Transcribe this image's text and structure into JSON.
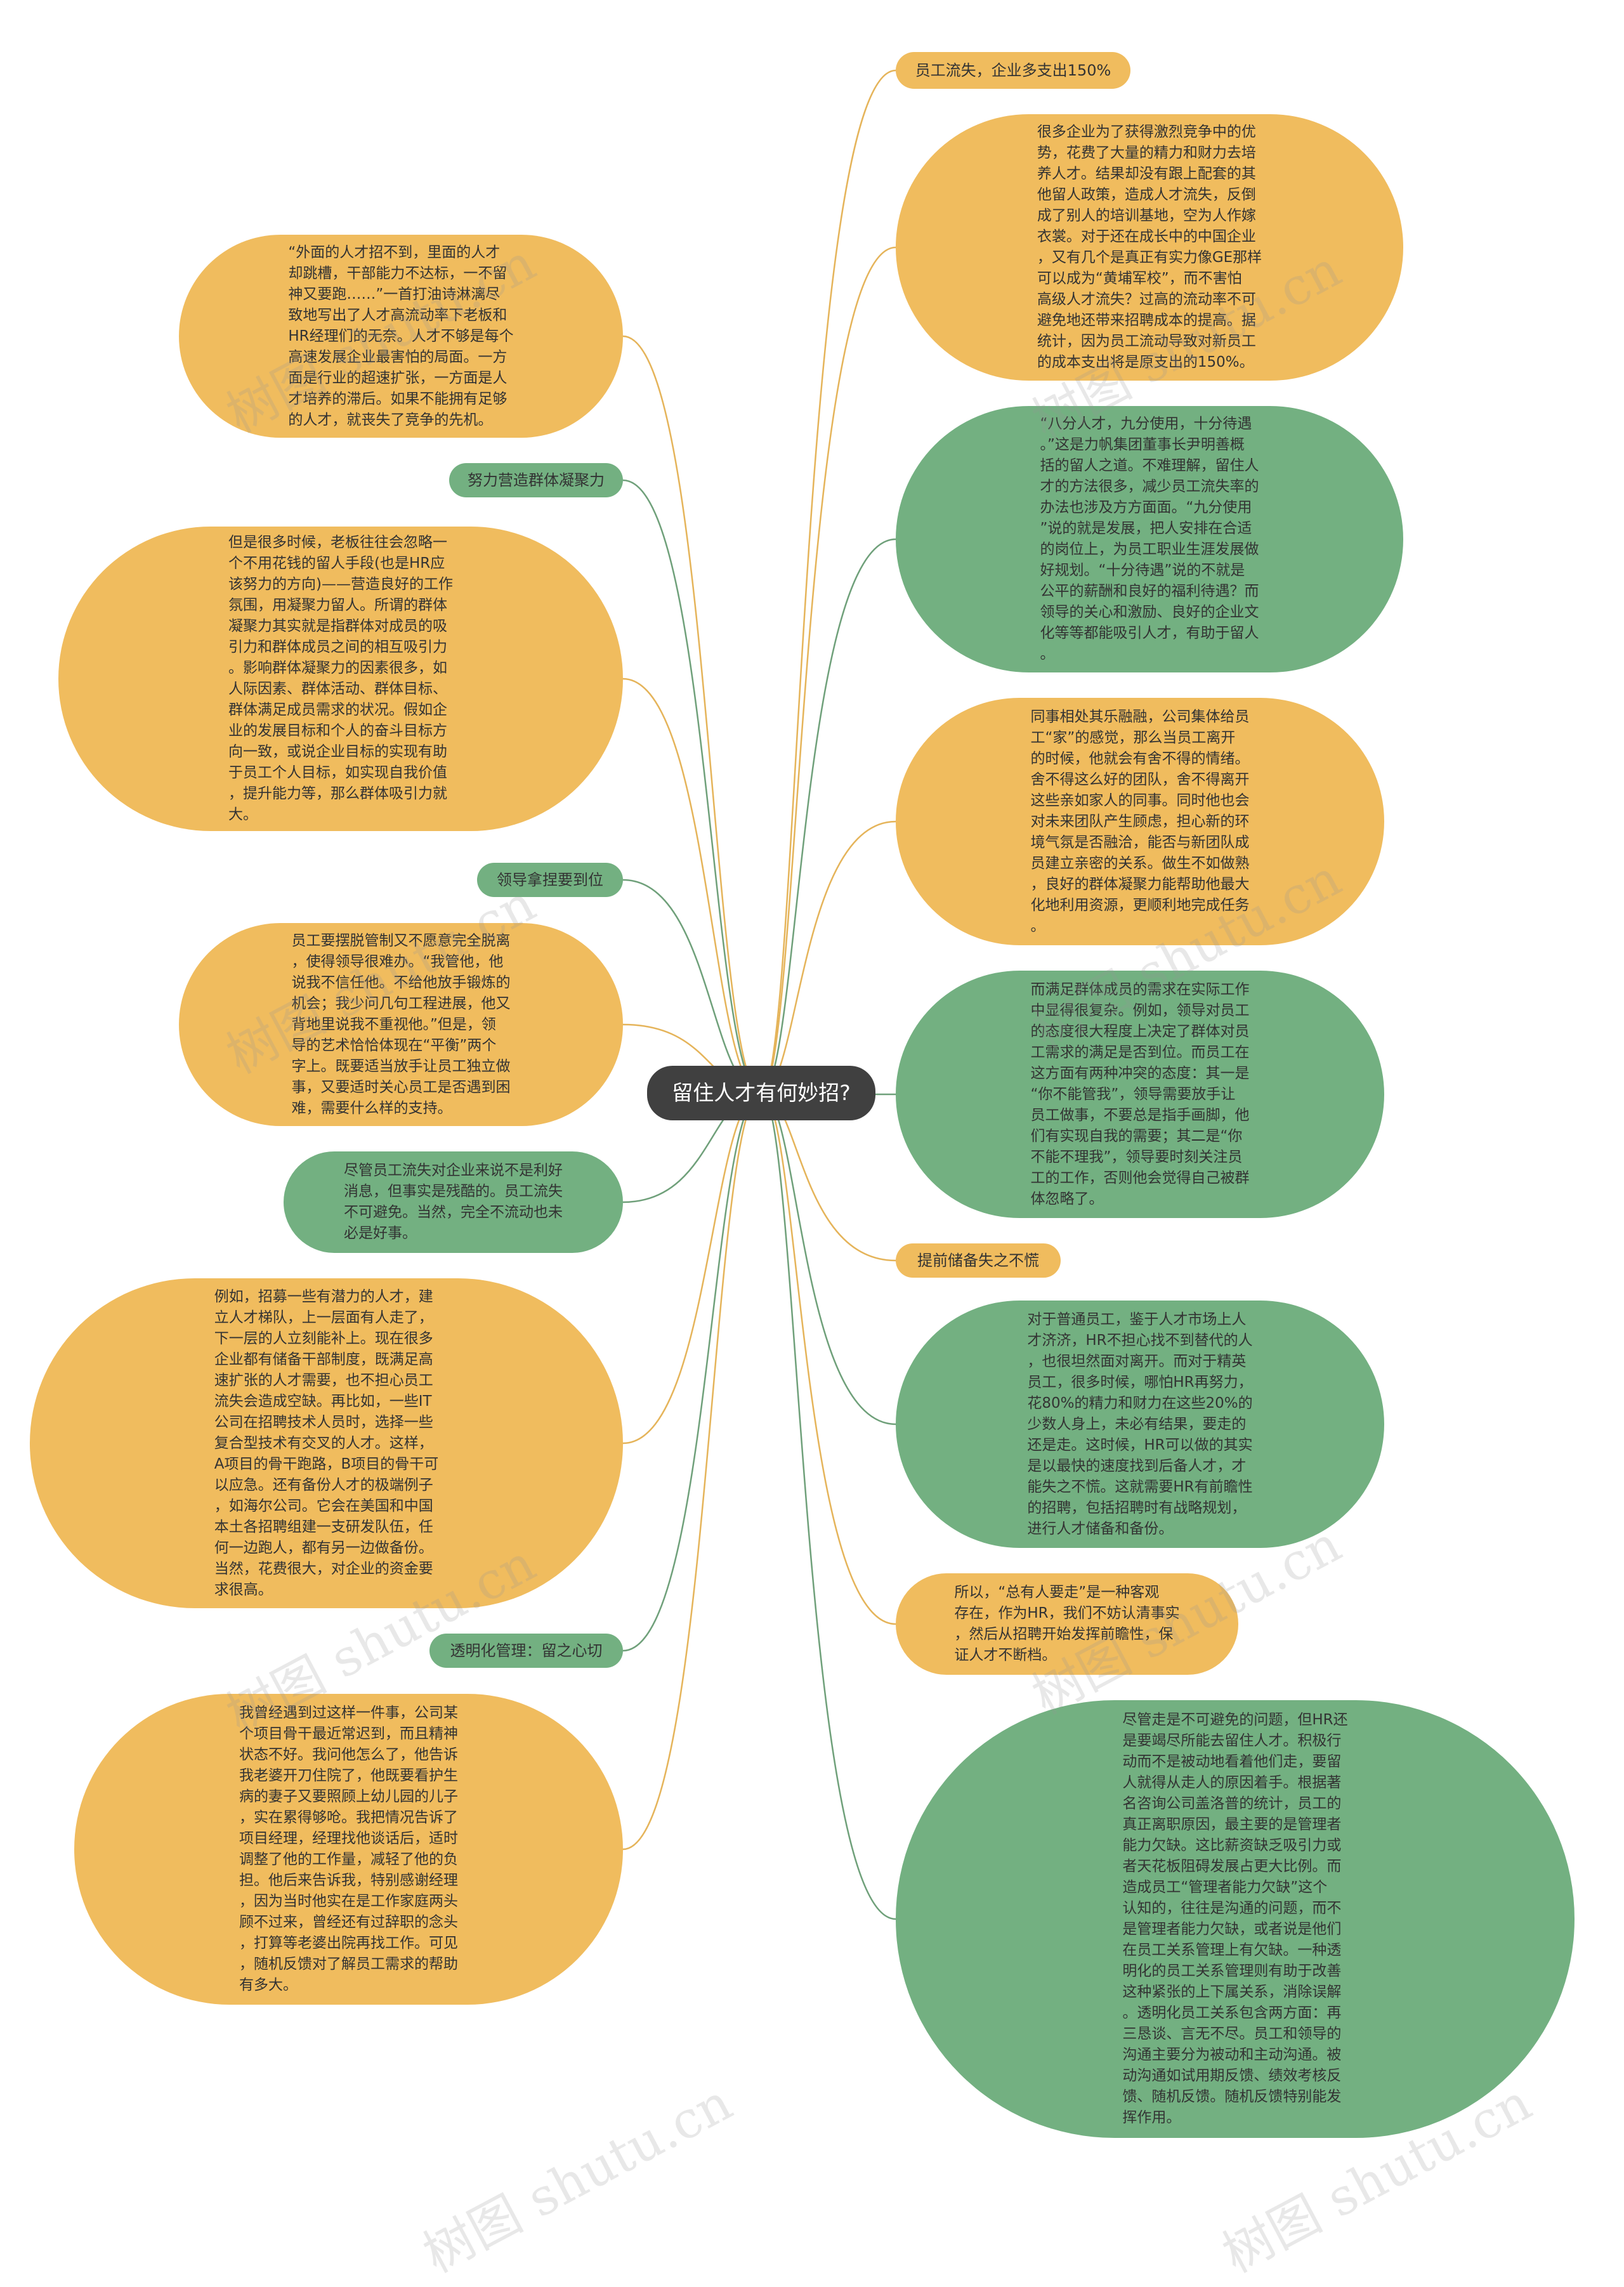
{
  "root": "留住人才有何妙招?",
  "watermark": "树图 shutu.cn",
  "colors": {
    "orange": "#f0bc5e",
    "green": "#73b081",
    "root": "#404040",
    "line_orange": "#e5b45a",
    "line_green": "#6fa07a"
  },
  "nodes": [
    {
      "id": "n1",
      "text": "员工流失，企业多支出150%"
    },
    {
      "id": "n2",
      "text": "很多企业为了获得激烈竞争中的优\n势，花费了大量的精力和财力去培\n养人才。结果却没有跟上配套的其\n他留人政策，造成人才流失，反倒\n成了别人的培训基地，空为人作嫁\n衣裳。对于还在成长中的中国企业\n，又有几个是真正有实力像GE那样\n可以成为“黄埔军校”，而不害怕\n高级人才流失？过高的流动率不可\n避免地还带来招聘成本的提高。据\n统计，因为员工流动导致对新员工\n的成本支出将是原支出的150%。"
    },
    {
      "id": "n3",
      "text": "“八分人才，九分使用，十分待遇\n。”这是力帆集团董事长尹明善概\n括的留人之道。不难理解，留住人\n才的方法很多，减少员工流失率的\n办法也涉及方方面面。“九分使用\n”说的就是发展，把人安排在合适\n的岗位上，为员工职业生涯发展做\n好规划。“十分待遇”说的不就是\n公平的薪酬和良好的福利待遇？而\n领导的关心和激励、良好的企业文\n化等等都能吸引人才，有助于留人\n。"
    },
    {
      "id": "n4",
      "text": "同事相处其乐融融，公司集体给员\n工“家”的感觉，那么当员工离开\n的时候，他就会有舍不得的情绪。\n舍不得这么好的团队，舍不得离开\n这些亲如家人的同事。同时他也会\n对未来团队产生顾虑，担心新的环\n境气氛是否融洽，能否与新团队成\n员建立亲密的关系。做生不如做熟\n，良好的群体凝聚力能帮助他最大\n化地利用资源，更顺利地完成任务\n。"
    },
    {
      "id": "n5",
      "text": "而满足群体成员的需求在实际工作\n中显得很复杂。例如，领导对员工\n的态度很大程度上决定了群体对员\n工需求的满足是否到位。而员工在\n这方面有两种冲突的态度：其一是\n“你不能管我”，领导需要放手让\n员工做事，不要总是指手画脚，他\n们有实现自我的需要；其二是“你\n不能不理我”，领导要时刻关注员\n工的工作，否则他会觉得自己被群\n体忽略了。"
    },
    {
      "id": "n6",
      "text": "提前储备失之不慌"
    },
    {
      "id": "n7",
      "text": "对于普通员工，鉴于人才市场上人\n才济济，HR不担心找不到替代的人\n，也很坦然面对离开。而对于精英\n员工，很多时候，哪怕HR再努力，\n花80%的精力和财力在这些20%的\n少数人身上，未必有结果，要走的\n还是走。这时候，HR可以做的其实\n是以最快的速度找到后备人才，才\n能失之不慌。这就需要HR有前瞻性\n的招聘，包括招聘时有战略规划，\n进行人才储备和备份。"
    },
    {
      "id": "n8",
      "text": "所以，“总有人要走”是一种客观\n存在，作为HR，我们不妨认清事实\n，然后从招聘开始发挥前瞻性，保\n证人才不断档。"
    },
    {
      "id": "n9",
      "text": "尽管走是不可避免的问题，但HR还\n是要竭尽所能去留住人才。积极行\n动而不是被动地看着他们走，要留\n人就得从走人的原因着手。根据著\n名咨询公司盖洛普的统计，员工的\n真正离职原因，最主要的是管理者\n能力欠缺。这比薪资缺乏吸引力或\n者天花板阻碍发展占更大比例。而\n造成员工“管理者能力欠缺”这个\n认知的，往往是沟通的问题，而不\n是管理者能力欠缺，或者说是他们\n在员工关系管理上有欠缺。一种透\n明化的员工关系管理则有助于改善\n这种紧张的上下属关系，消除误解\n。透明化员工关系包含两方面：再\n三恳谈、言无不尽。员工和领导的\n沟通主要分为被动和主动沟通。被\n动沟通如试用期反馈、绩效考核反\n馈、随机反馈。随机反馈特别能发\n挥作用。"
    },
    {
      "id": "n10",
      "text": "“外面的人才招不到，里面的人才\n却跳槽，干部能力不达标，一不留\n神又要跑……”一首打油诗淋漓尽\n致地写出了人才高流动率下老板和\nHR经理们的无奈。人才不够是每个\n高速发展企业最害怕的局面。一方\n面是行业的超速扩张，一方面是人\n才培养的滞后。如果不能拥有足够\n的人才，就丧失了竞争的先机。"
    },
    {
      "id": "n11",
      "text": "努力营造群体凝聚力"
    },
    {
      "id": "n12",
      "text": "但是很多时候，老板往往会忽略一\n个不用花钱的留人手段(也是HR应\n该努力的方向)——营造良好的工作\n氛围，用凝聚力留人。所谓的群体\n凝聚力其实就是指群体对成员的吸\n引力和群体成员之间的相互吸引力\n。影响群体凝聚力的因素很多，如\n人际因素、群体活动、群体目标、\n群体满足成员需求的状况。假如企\n业的发展目标和个人的奋斗目标方\n向一致，或说企业目标的实现有助\n于员工个人目标，如实现自我价值\n，提升能力等，那么群体吸引力就\n大。"
    },
    {
      "id": "n13",
      "text": "领导拿捏要到位"
    },
    {
      "id": "n14",
      "text": "员工要摆脱管制又不愿意完全脱离\n，使得领导很难办。“我管他，他\n说我不信任他。不给他放手锻炼的\n机会；我少问几句工程进展，他又\n背地里说我不重视他。”但是，领\n导的艺术恰恰体现在“平衡”两个\n字上。既要适当放手让员工独立做\n事，又要适时关心员工是否遇到困\n难，需要什么样的支持。"
    },
    {
      "id": "n15",
      "text": "尽管员工流失对企业来说不是利好\n消息，但事实是残酷的。员工流失\n不可避免。当然，完全不流动也未\n必是好事。"
    },
    {
      "id": "n16",
      "text": "例如，招募一些有潜力的人才，建\n立人才梯队，上一层面有人走了，\n下一层的人立刻能补上。现在很多\n企业都有储备干部制度，既满足高\n速扩张的人才需要，也不担心员工\n流失会造成空缺。再比如，一些IT\n公司在招聘技术人员时，选择一些\n复合型技术有交叉的人才。这样，\nA项目的骨干跑路，B项目的骨干可\n以应急。还有备份人才的极端例子\n，如海尔公司。它会在美国和中国\n本土各招聘组建一支研发队伍，任\n何一边跑人，都有另一边做备份。\n当然，花费很大，对企业的资金要\n求很高。"
    },
    {
      "id": "n17",
      "text": "透明化管理：留之心切"
    },
    {
      "id": "n18",
      "text": "我曾经遇到过这样一件事，公司某\n个项目骨干最近常迟到，而且精神\n状态不好。我问他怎么了，他告诉\n我老婆开刀住院了，他既要看护生\n病的妻子又要照顾上幼儿园的儿子\n，实在累得够呛。我把情况告诉了\n项目经理，经理找他谈话后，适时\n调整了他的工作量，减轻了他的负\n担。他后来告诉我，特别感谢经理\n，因为当时他实在是工作家庭两头\n顾不过来，曾经还有过辞职的念头\n，打算等老婆出院再找工作。可见\n，随机反馈对了解员工需求的帮助\n有多大。"
    }
  ]
}
